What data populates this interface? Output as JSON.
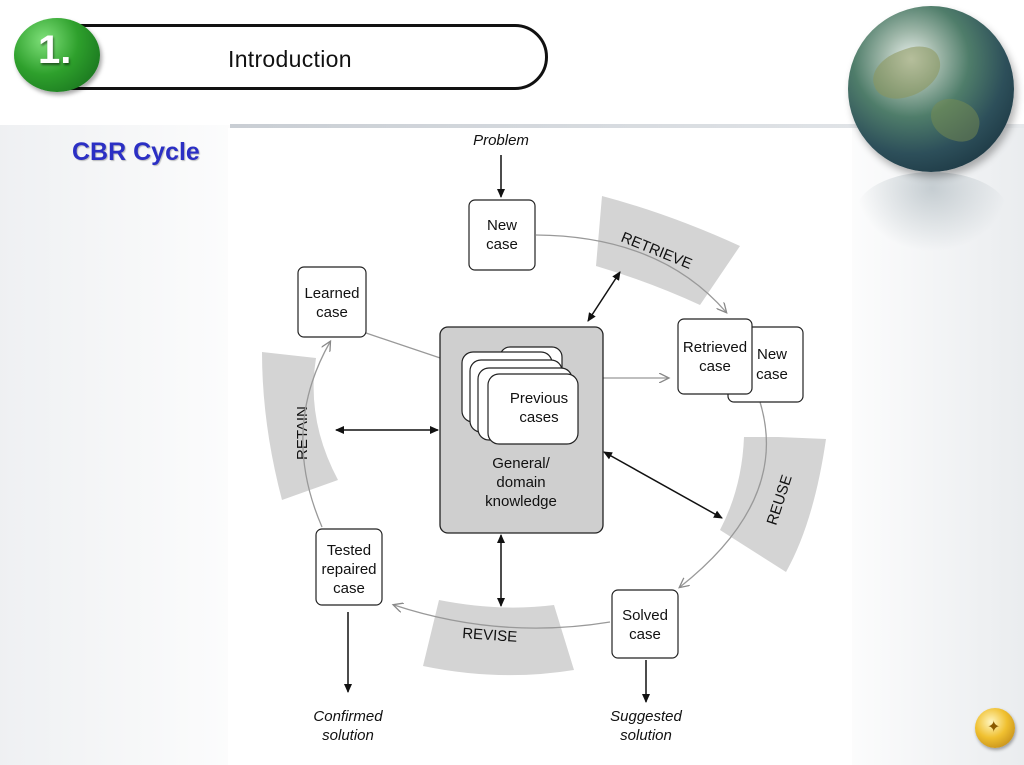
{
  "header": {
    "number": "1.",
    "title": "Introduction"
  },
  "section_title": "CBR Cycle",
  "diagram": {
    "inputs": {
      "problem": "Problem",
      "confirmed_solution": [
        "Confirmed",
        "solution"
      ],
      "suggested_solution": [
        "Suggested",
        "solution"
      ]
    },
    "phases": {
      "retrieve": "RETRIEVE",
      "reuse": "REUSE",
      "revise": "REVISE",
      "retain": "RETAIN"
    },
    "boxes": {
      "new_case": [
        "New",
        "case"
      ],
      "learned_case": [
        "Learned",
        "case"
      ],
      "retrieved_case": [
        "Retrieved",
        "case"
      ],
      "retrieved_new_case": [
        "New",
        "case"
      ],
      "solved_case": [
        "Solved",
        "case"
      ],
      "tested_repaired_case": [
        "Tested",
        "repaired",
        "case"
      ],
      "previous_cases": [
        "Previous",
        "cases"
      ],
      "knowledge": [
        "General/",
        "domain",
        "knowledge"
      ]
    }
  },
  "colors": {
    "badge": "#2ea02c",
    "section_title": "#2b2fc4",
    "phase_band": "#d4d4d4",
    "knowledge_box": "#cfcfcf"
  },
  "icons": [
    "globe-icon",
    "logo-icon"
  ]
}
